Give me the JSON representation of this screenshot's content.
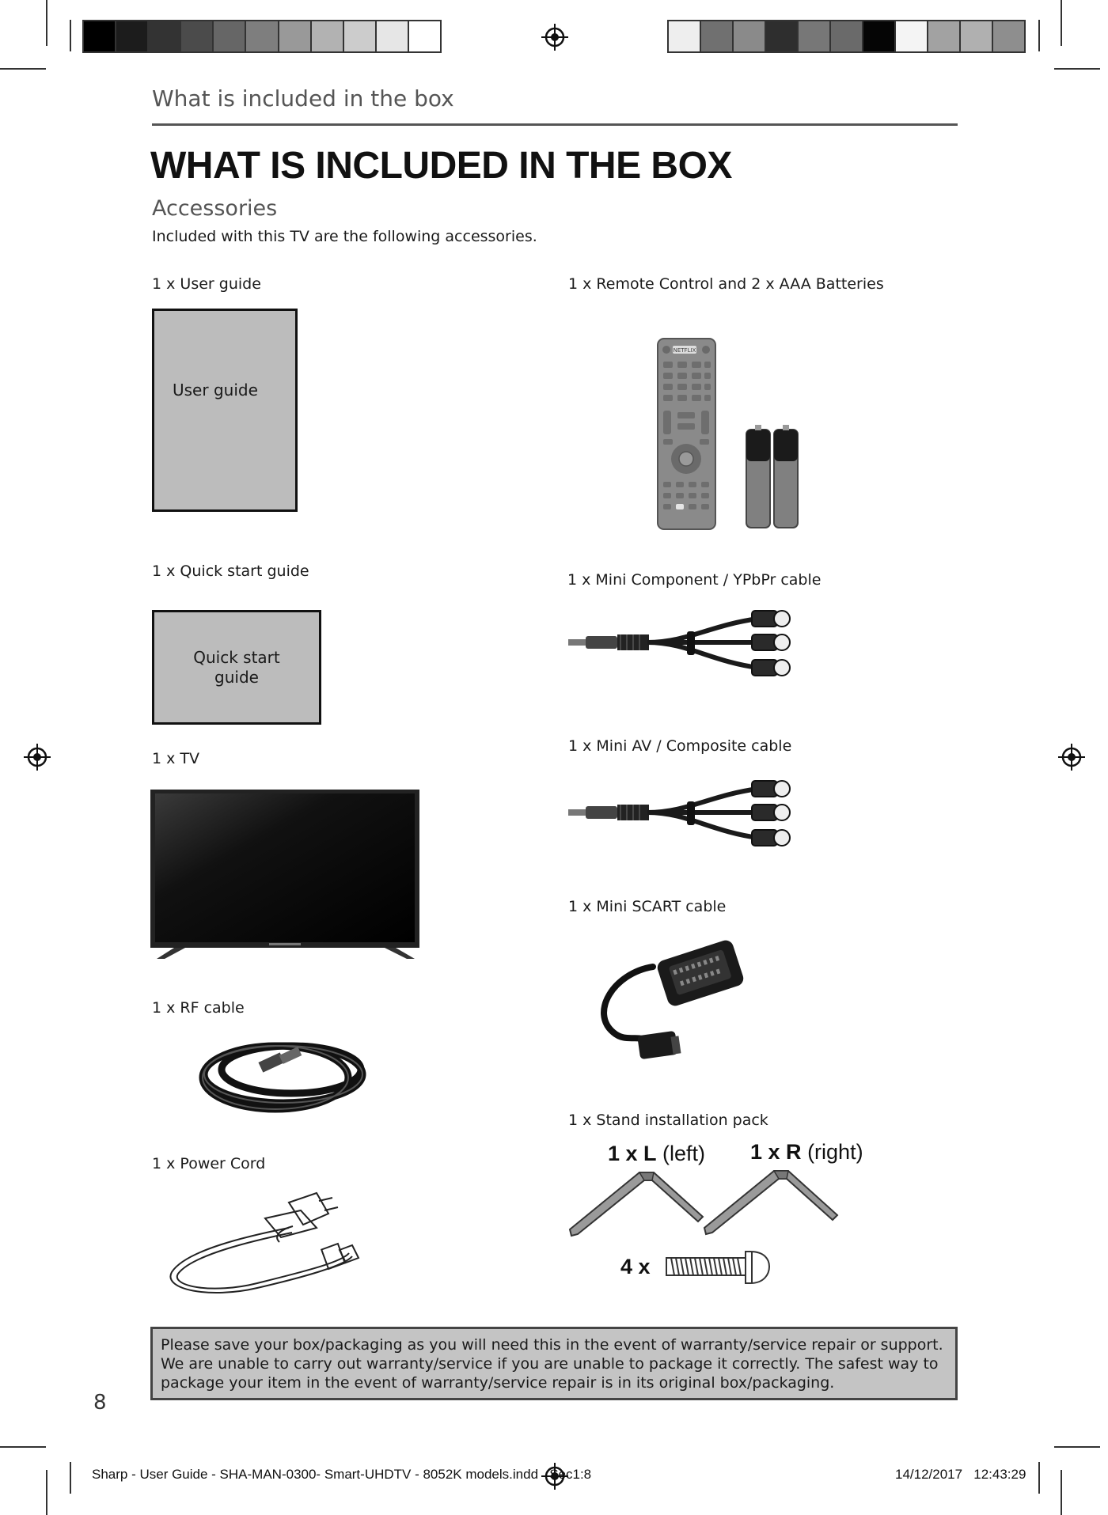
{
  "header": {
    "section_title": "What is included in the box"
  },
  "page": {
    "title": "WHAT IS INCLUDED IN THE BOX",
    "subtitle": "Accessories",
    "intro": "Included with this TV are the following accessories.",
    "page_number": "8"
  },
  "left_items": {
    "user_guide_label": "1 x User guide",
    "user_guide_box_text": "User guide",
    "quick_start_label": "1 x Quick start guide",
    "quick_start_box_line1": "Quick start",
    "quick_start_box_line2": "guide",
    "tv_label": "1 x TV",
    "rf_cable_label": "1 x RF cable",
    "power_cord_label": "1 x Power Cord"
  },
  "right_items": {
    "remote_label": "1 x Remote Control and 2 x AAA Batteries",
    "remote_brand": "NETFLIX",
    "component_label": "1 x Mini Component / YPbPr cable",
    "composite_label": "1 x Mini AV / Composite cable",
    "scart_label": "1 x Mini SCART cable",
    "stand_label": "1 x Stand installation pack",
    "stand_left_qty": "1 x L",
    "stand_left_side": "(left)",
    "stand_right_qty": "1 x R",
    "stand_right_side": "(right)",
    "screw_qty": "4 x"
  },
  "note": {
    "line1": "Please save your box/packaging as you will need this in the event of warranty/service repair or support.",
    "line2": "We are unable to carry out warranty/service if you are unable to package it correctly. The safest way to",
    "line3": "package your item in the event of warranty/service repair is in its original box/packaging."
  },
  "footer": {
    "slug_left": "Sharp - User Guide - SHA-MAN-0300- Smart-UHDTV - 8052K models.indd   Sec1:8",
    "slug_right": "14/12/2017   12:43:29"
  },
  "colors": {
    "swatch_left": [
      "#000000",
      "#1c1c1c",
      "#333333",
      "#4b4b4b",
      "#666666",
      "#7e7e7e",
      "#999999",
      "#b2b2b2",
      "#cccccc",
      "#e6e6e6",
      "#ffffff"
    ],
    "swatch_right": [
      "#eeeeee",
      "#707070",
      "#8a8a8a",
      "#2e2e2e",
      "#777777",
      "#6a6a6a",
      "#050505",
      "#f4f4f4",
      "#a2a2a2",
      "#b0b0b0",
      "#8e8e8e"
    ],
    "box_fill": "#bcbcbc"
  }
}
